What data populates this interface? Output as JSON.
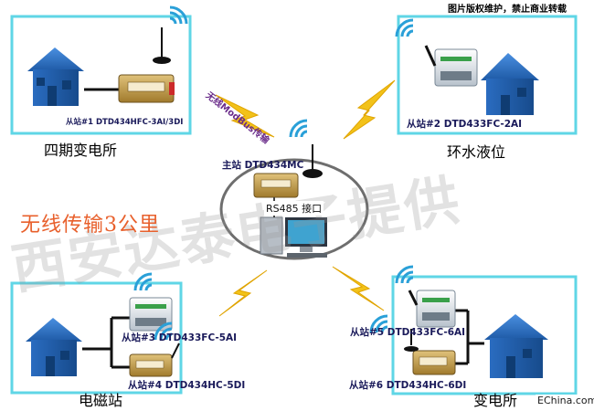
{
  "copyright_notice": "图片版权维护，禁止商业转载",
  "headline": "无线传输3公里",
  "protocol_label": "无线ModBus传输",
  "watermark": "西安达泰电子提供",
  "source_badge": "EChina.com",
  "master": {
    "label": "主站 DTD434MC",
    "port_label": "RS485 接口"
  },
  "sites": {
    "top_left": {
      "name": "四期变电所",
      "slave": "从站#1 DTD434HFC-3AI/3DI"
    },
    "top_right": {
      "name": "环水液位",
      "slave": "从站#2 DTD433FC-2AI"
    },
    "bottom_left": {
      "name": "电磁站",
      "slave_a": "从站#3 DTD433FC-5AI",
      "slave_b": "从站#4 DTD434HC-5DI"
    },
    "bottom_right": {
      "name": "变电所",
      "slave_a": "从站#5 DTD433FC-6AI",
      "slave_b": "从站#6 DTD434HC-6DI"
    }
  },
  "colors": {
    "frame_border": "#5fd6e6",
    "house_roof": "#2e6fc4",
    "house_wall": "#1f5fa8",
    "device_body": "#c9a24a",
    "signal_wave": "#2aa0d8",
    "lightning": "#f2c21a",
    "headline": "#e8602c"
  }
}
